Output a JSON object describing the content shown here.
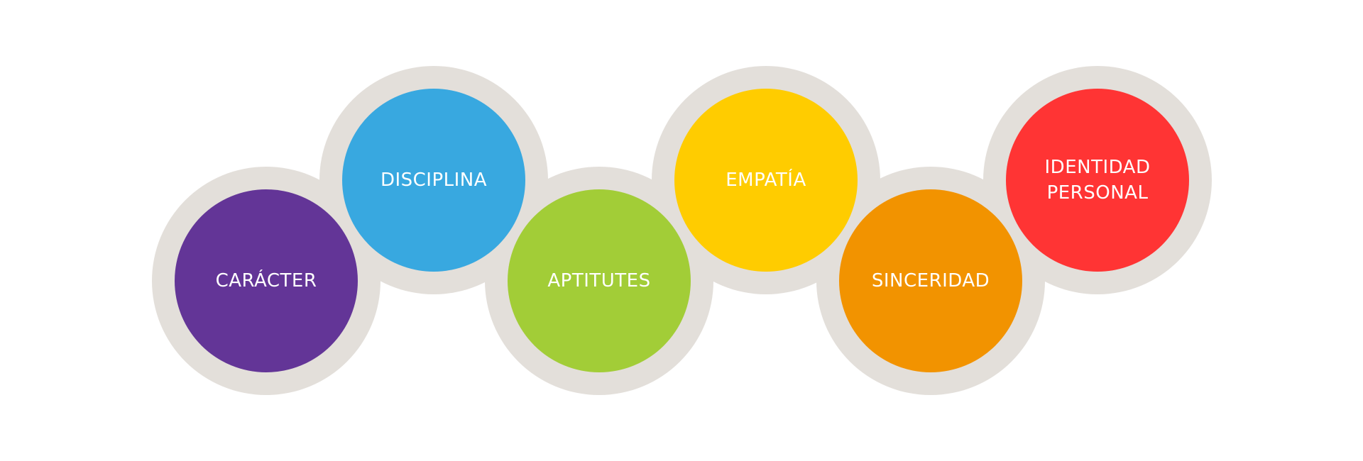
{
  "ring_color": "#e3dfda",
  "items": [
    {
      "label": "CARÁCTER",
      "color": "#633597"
    },
    {
      "label": "DISCIPLINA",
      "color": "#38a8e0"
    },
    {
      "label": "APTITUTES",
      "color": "#a2cd37"
    },
    {
      "label": "EMPATÍA",
      "color": "#ffcc00"
    },
    {
      "label": "SINCERIDAD",
      "color": "#f29300"
    },
    {
      "label": "IDENTIDAD\nPERSONAL",
      "color": "#ff3434"
    }
  ]
}
